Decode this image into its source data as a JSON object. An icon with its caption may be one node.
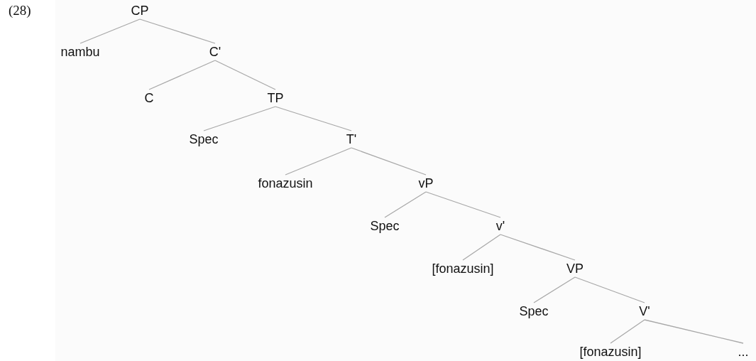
{
  "diagram": {
    "nodes": [
      {
        "text": [
          "CP"
        ]
      },
      {
        "text": [
          "nambu"
        ]
      },
      {
        "text": [
          "C'"
        ]
      },
      {
        "text": [
          "C"
        ]
      },
      {
        "text": [
          "TP"
        ]
      },
      {
        "text": [
          "Spec"
        ]
      },
      {
        "text": [
          "T'"
        ]
      },
      {
        "text": [
          "fonazusin"
        ]
      },
      {
        "text": [
          "vP"
        ]
      },
      {
        "text": [
          "Spec"
        ]
      },
      {
        "text": [
          "v'"
        ]
      },
      {
        "text": [
          "[fonazusin]"
        ]
      },
      {
        "text": [
          "VP"
        ]
      },
      {
        "text": [
          "Spec"
        ]
      },
      {
        "text": [
          "V'"
        ]
      },
      {
        "text": [
          "[fonazusin]"
        ]
      },
      {
        "text": [
          "..."
        ]
      }
    ],
    "edges": [
      {
        "from": 0,
        "to": 1,
        "arrow": "none"
      },
      {
        "from": 0,
        "to": 2,
        "arrow": "none"
      },
      {
        "from": 2,
        "to": 3,
        "arrow": "none"
      },
      {
        "from": 2,
        "to": 4,
        "arrow": "none"
      },
      {
        "from": 4,
        "to": 5,
        "arrow": "none"
      },
      {
        "from": 4,
        "to": 6,
        "arrow": "none"
      },
      {
        "from": 6,
        "to": 7,
        "arrow": "none"
      },
      {
        "from": 6,
        "to": 8,
        "arrow": "none"
      },
      {
        "from": 8,
        "to": 9,
        "arrow": "none"
      },
      {
        "from": 8,
        "to": 10,
        "arrow": "none"
      },
      {
        "from": 10,
        "to": 11,
        "arrow": "none"
      },
      {
        "from": 10,
        "to": 12,
        "arrow": "none"
      },
      {
        "from": 12,
        "to": 13,
        "arrow": "none"
      },
      {
        "from": 12,
        "to": 14,
        "arrow": "none"
      },
      {
        "from": 14,
        "to": 15,
        "arrow": "none"
      },
      {
        "from": 14,
        "to": 16,
        "arrow": "none"
      }
    ],
    "labels": [
      "(28)"
    ]
  }
}
